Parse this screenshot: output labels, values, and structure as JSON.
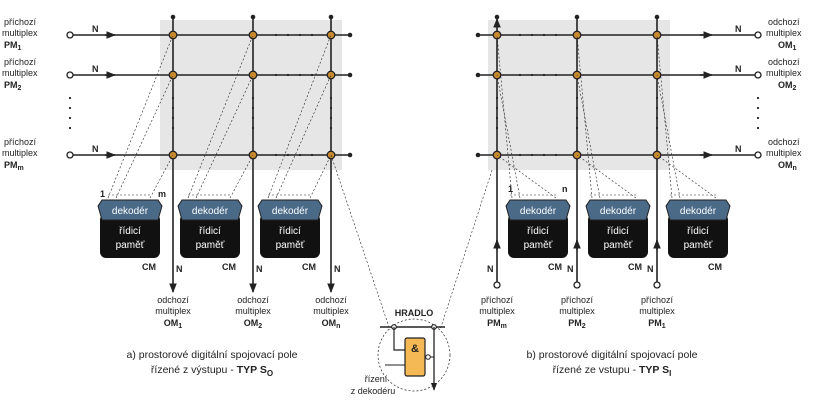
{
  "left": {
    "inputs": [
      {
        "line1": "příchozí",
        "line2": "multiplex",
        "name": "PM",
        "sub": "1"
      },
      {
        "line1": "příchozí",
        "line2": "multiplex",
        "name": "PM",
        "sub": "2"
      },
      {
        "line1": "příchozí",
        "line2": "multiplex",
        "name": "PM",
        "sub": "m"
      }
    ],
    "outputs": [
      {
        "line1": "odchozí",
        "line2": "multiplex",
        "name": "OM",
        "sub": "1"
      },
      {
        "line1": "odchozí",
        "line2": "multiplex",
        "name": "OM",
        "sub": "2"
      },
      {
        "line1": "odchozí",
        "line2": "multiplex",
        "name": "OM",
        "sub": "n"
      }
    ],
    "decoder_range": {
      "start": "1",
      "end": "m"
    },
    "caption_line1": "a) prostorové digitální spojovací pole",
    "caption_line2": "řízené z výstupu - ",
    "caption_type": "TYP S",
    "caption_sub": "O"
  },
  "right": {
    "outputs": [
      {
        "line1": "odchozí",
        "line2": "multiplex",
        "name": "OM",
        "sub": "1"
      },
      {
        "line1": "odchozí",
        "line2": "multiplex",
        "name": "OM",
        "sub": "2"
      },
      {
        "line1": "odchozí",
        "line2": "multiplex",
        "name": "OM",
        "sub": "n"
      }
    ],
    "inputs": [
      {
        "line1": "příchozí",
        "line2": "multiplex",
        "name": "PM",
        "sub": "m"
      },
      {
        "line1": "příchozí",
        "line2": "multiplex",
        "name": "PM",
        "sub": "2"
      },
      {
        "line1": "příchozí",
        "line2": "multiplex",
        "name": "PM",
        "sub": "1"
      }
    ],
    "decoder_range": {
      "start": "1",
      "end": "n"
    },
    "caption_line1": "b) prostorové digitální spojovací pole",
    "caption_line2": "řízené ze vstupu - ",
    "caption_type": "TYP S",
    "caption_sub": "I"
  },
  "bus_width_label": "N",
  "decoder_label": "dekodér",
  "memory_label_1": "řídicí",
  "memory_label_2": "paměť",
  "memory_tag": "CM",
  "gate": {
    "title": "HRADLO",
    "symbol": "&",
    "control_1": "řízení",
    "control_2": "z dekodéru"
  }
}
